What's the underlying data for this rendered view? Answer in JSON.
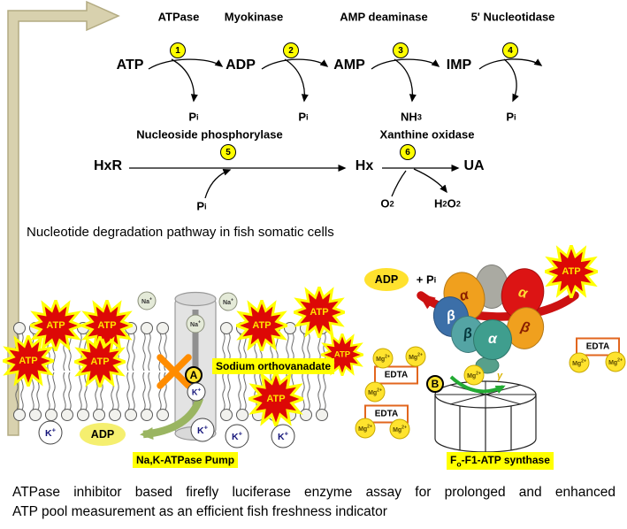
{
  "pathway": {
    "enzymes": {
      "e1": "ATPase",
      "e2": "Myokinase",
      "e3": "AMP deaminase",
      "e4": "5' Nucleotidase",
      "e5": "Nucleoside phosphorylase",
      "e6": "Xanthine oxidase"
    },
    "steps": {
      "s1": "1",
      "s2": "2",
      "s3": "3",
      "s4": "4",
      "s5": "5",
      "s6": "6"
    },
    "metabolites": {
      "atp": "ATP",
      "adp": "ADP",
      "amp": "AMP",
      "imp": "IMP",
      "hxr": "HxR",
      "hx": "Hx",
      "ua": "UA"
    },
    "formulas": {
      "pi": [
        [
          "P",
          0
        ],
        [
          "i",
          1
        ]
      ],
      "nh3": [
        [
          "NH",
          0
        ],
        [
          "3",
          1
        ]
      ],
      "o2": [
        [
          "O",
          0
        ],
        [
          "2",
          1
        ]
      ],
      "h2o2": [
        [
          "H",
          0
        ],
        [
          "2",
          1
        ],
        [
          "O",
          0
        ],
        [
          "2",
          1
        ]
      ]
    },
    "caption": "Nucleotide degradation pathway in fish somatic cells"
  },
  "membrane": {
    "atp": "ATP",
    "adp": "ADP",
    "na": [
      [
        "Na",
        0
      ],
      [
        "+",
        2
      ]
    ],
    "k": [
      [
        "K",
        0
      ],
      [
        "+",
        2
      ]
    ],
    "marker_a": "A",
    "orthovanadate": "Sodium orthovanadate",
    "pump": "Na,K-ATPase Pump"
  },
  "synthase": {
    "adp": "ADP",
    "plus_pi": [
      [
        "+ P",
        0
      ],
      [
        "i",
        1
      ]
    ],
    "atp": "ATP",
    "alpha": "α",
    "beta": "β",
    "gamma": "γ",
    "edta": "EDTA",
    "mg": [
      [
        "Mg",
        0
      ],
      [
        "2+",
        2
      ]
    ],
    "marker_b": "B",
    "label": [
      [
        "F",
        0
      ],
      [
        "o",
        1
      ],
      [
        "-F1-ATP synthase",
        0
      ]
    ]
  },
  "footer": {
    "line1": "ATPase inhibitor based firefly luciferase enzyme assay for prolonged and enhanced",
    "line2": "ATP pool measurement as an efficient fish freshness indicator"
  },
  "colors": {
    "burst_red": "#dd0806",
    "burst_outline": "#ffff00",
    "highlight_yellow": "#ffff00",
    "edta_border": "#e2661e",
    "mg_yellow": "#ffe32e",
    "feedback_arrow_tan": "#d8d1ae",
    "synthesis_arrow_red": "#cc1111",
    "release_arrow_green": "#9ab561"
  }
}
